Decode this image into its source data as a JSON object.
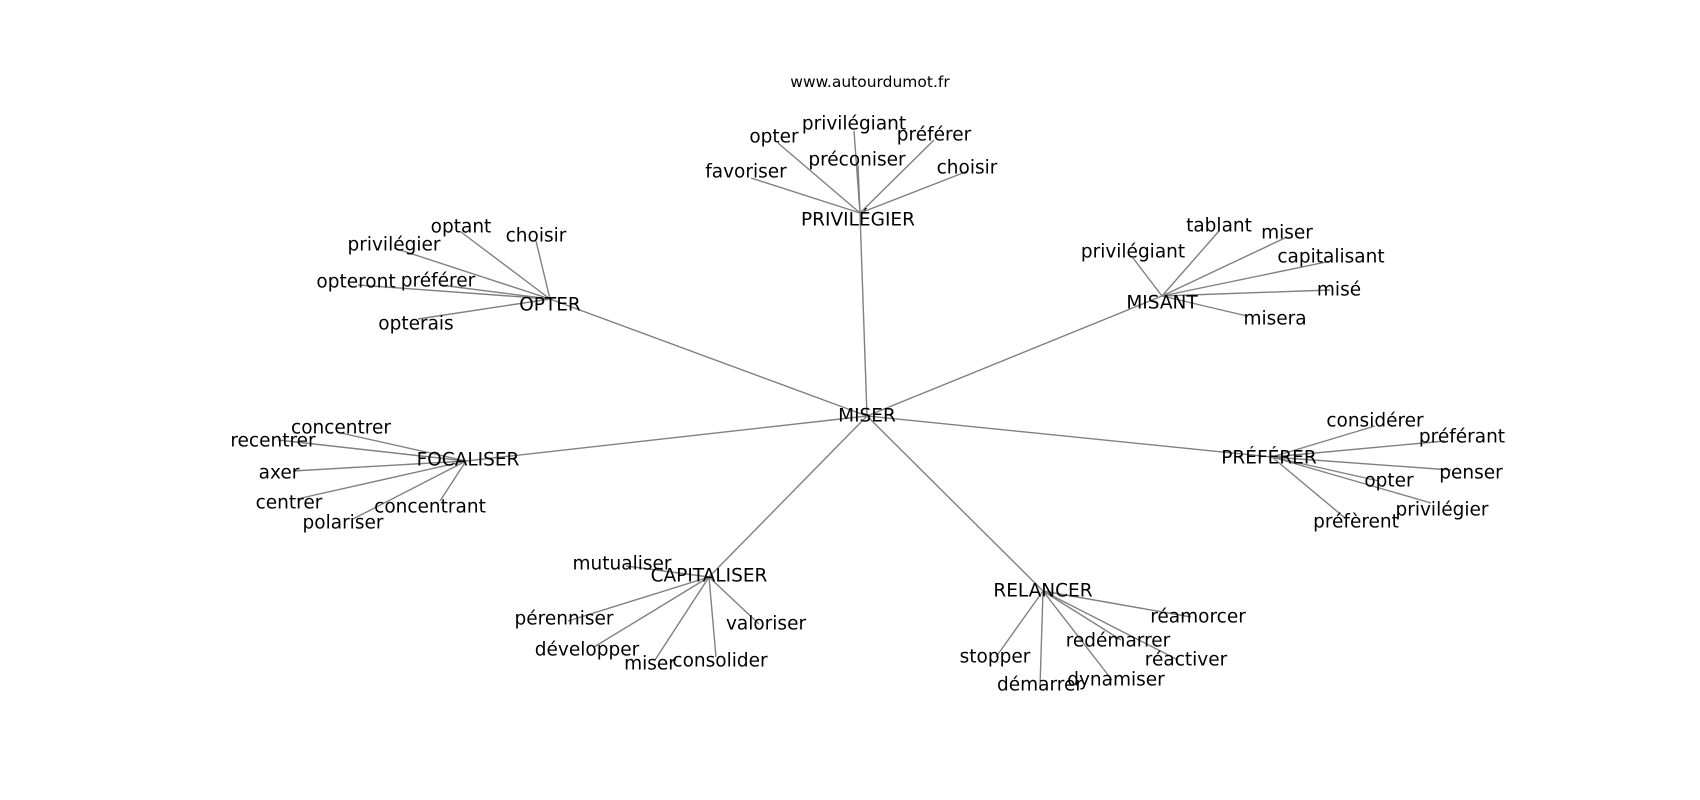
{
  "watermark": "www.autourdumot.fr",
  "center": {
    "id": "miser",
    "label": "MISER"
  },
  "edge_color": "#808080",
  "clusters": [
    {
      "id": "privilegier",
      "label": "PRIVILÉGIER",
      "words": [
        {
          "id": "privilegiant",
          "label": "privilégiant"
        },
        {
          "id": "opter",
          "label": "opter"
        },
        {
          "id": "preferer",
          "label": "préférer"
        },
        {
          "id": "preconiser",
          "label": "préconiser"
        },
        {
          "id": "favoriser",
          "label": "favoriser"
        },
        {
          "id": "choisir",
          "label": "choisir"
        }
      ]
    },
    {
      "id": "opter",
      "label": "OPTER",
      "words": [
        {
          "id": "optant",
          "label": "optant"
        },
        {
          "id": "choisir",
          "label": "choisir"
        },
        {
          "id": "privilegier",
          "label": "privilégier"
        },
        {
          "id": "opteront",
          "label": "opteront"
        },
        {
          "id": "preferer",
          "label": "préférer"
        },
        {
          "id": "opterais",
          "label": "opterais"
        }
      ]
    },
    {
      "id": "misant",
      "label": "MISANT",
      "words": [
        {
          "id": "tablant",
          "label": "tablant"
        },
        {
          "id": "miser",
          "label": "miser"
        },
        {
          "id": "privilegiant",
          "label": "privilégiant"
        },
        {
          "id": "capitalisant",
          "label": "capitalisant"
        },
        {
          "id": "mise",
          "label": "misé"
        },
        {
          "id": "misera",
          "label": "misera"
        }
      ]
    },
    {
      "id": "focaliser",
      "label": "FOCALISER",
      "words": [
        {
          "id": "concentrer",
          "label": "concentrer"
        },
        {
          "id": "recentrer",
          "label": "recentrer"
        },
        {
          "id": "axer",
          "label": "axer"
        },
        {
          "id": "centrer",
          "label": "centrer"
        },
        {
          "id": "concentrant",
          "label": "concentrant"
        },
        {
          "id": "polariser",
          "label": "polariser"
        }
      ]
    },
    {
      "id": "preferer",
      "label": "PRÉFÉRER",
      "words": [
        {
          "id": "considerer",
          "label": "considérer"
        },
        {
          "id": "preferant",
          "label": "préférant"
        },
        {
          "id": "penser",
          "label": "penser"
        },
        {
          "id": "opter",
          "label": "opter"
        },
        {
          "id": "privilegier",
          "label": "privilégier"
        },
        {
          "id": "preferent",
          "label": "préfèrent"
        }
      ]
    },
    {
      "id": "capitaliser",
      "label": "CAPITALISER",
      "words": [
        {
          "id": "mutualiser",
          "label": "mutualiser"
        },
        {
          "id": "perenniser",
          "label": "pérenniser"
        },
        {
          "id": "valoriser",
          "label": "valoriser"
        },
        {
          "id": "developper",
          "label": "développer"
        },
        {
          "id": "miser",
          "label": "miser"
        },
        {
          "id": "consolider",
          "label": "consolider"
        }
      ]
    },
    {
      "id": "relancer",
      "label": "RELANCER",
      "words": [
        {
          "id": "reamorcer",
          "label": "réamorcer"
        },
        {
          "id": "redemarrer",
          "label": "redémarrer"
        },
        {
          "id": "reactiver",
          "label": "réactiver"
        },
        {
          "id": "stopper",
          "label": "stopper"
        },
        {
          "id": "demarrer",
          "label": "démarrer"
        },
        {
          "id": "dynamiser",
          "label": "dynamiser"
        }
      ]
    }
  ]
}
